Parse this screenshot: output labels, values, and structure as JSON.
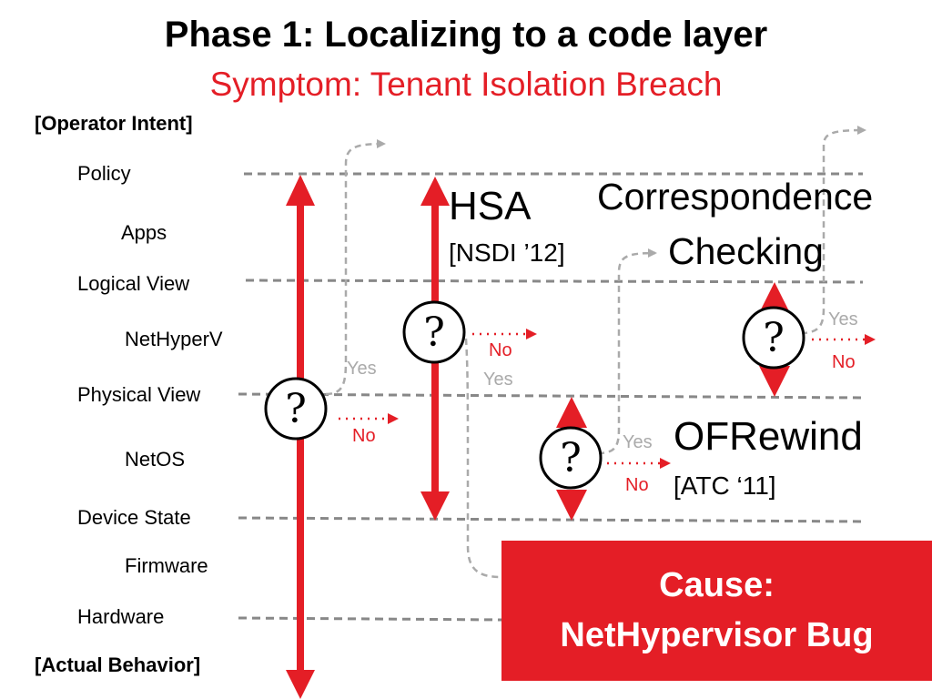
{
  "title": "Phase 1: Localizing to a code layer",
  "subtitle": "Symptom: Tenant Isolation Breach",
  "operator_intent": "[Operator Intent]",
  "actual_behavior": "[Actual Behavior]",
  "layers": {
    "policy": "Policy",
    "apps": "Apps",
    "logical_view": "Logical View",
    "nethyperv": "NetHyperV",
    "physical_view": "Physical View",
    "netos": "NetOS",
    "device_state": "Device State",
    "firmware": "Firmware",
    "hardware": "Hardware"
  },
  "tools": {
    "hsa_name": "HSA",
    "hsa_cite": "[NSDI ’12]",
    "corr_line1": "Correspondence",
    "corr_line2": "Checking",
    "ofrewind_name": "OFRewind",
    "ofrewind_cite": "[ATC ‘11]"
  },
  "decisions": {
    "question_mark": "?",
    "yes": "Yes",
    "no": "No"
  },
  "cause": {
    "line1": "Cause:",
    "line2": "NetHypervisor Bug"
  },
  "colors": {
    "accent_red": "#e41e26",
    "dashed_gray": "#888888",
    "flow_gray": "#aaaaaa"
  }
}
